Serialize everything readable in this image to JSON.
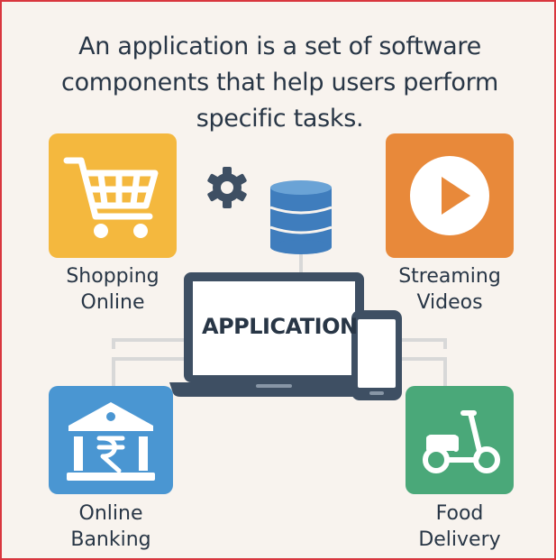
{
  "title": {
    "line1": "An application is a set of software",
    "line2": "components that help users perform",
    "line3": "specific tasks."
  },
  "center": {
    "label": "APPLICATION",
    "device_icons": [
      "laptop-icon",
      "smartphone-icon",
      "database-icon",
      "gear-icon"
    ]
  },
  "tasks": [
    {
      "line1": "Shopping",
      "line2": "Online",
      "icon": "shopping-cart-icon",
      "color": "#f4b83e"
    },
    {
      "line1": "Streaming",
      "line2": "Videos",
      "icon": "play-button-icon",
      "color": "#e8893a"
    },
    {
      "line1": "Online",
      "line2": "Banking",
      "icon": "bank-rupee-icon",
      "color": "#4a96d2"
    },
    {
      "line1": "Food",
      "line2": "Delivery",
      "icon": "scooter-icon",
      "color": "#4aa879"
    }
  ],
  "colors": {
    "text": "#283646",
    "background": "#f8f3ee",
    "border": "#d9363e",
    "connector": "#d8d8d8",
    "device": "#3e4f63",
    "database": "#3f7dbd"
  }
}
